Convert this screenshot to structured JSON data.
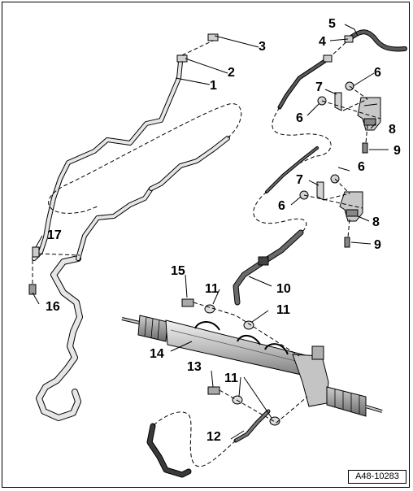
{
  "diagram": {
    "reference": "A48-10283",
    "callouts": [
      "1",
      "2",
      "3",
      "4",
      "5",
      "6",
      "6",
      "6",
      "6",
      "7",
      "7",
      "8",
      "8",
      "9",
      "9",
      "10",
      "11",
      "11",
      "11",
      "12",
      "13",
      "14",
      "15",
      "16",
      "17"
    ]
  },
  "colors": {
    "outline": "#000000",
    "part_light": "#e6e6e6",
    "part_shade": "#9a9a9a",
    "hose_dark": "#2a2a2a"
  }
}
